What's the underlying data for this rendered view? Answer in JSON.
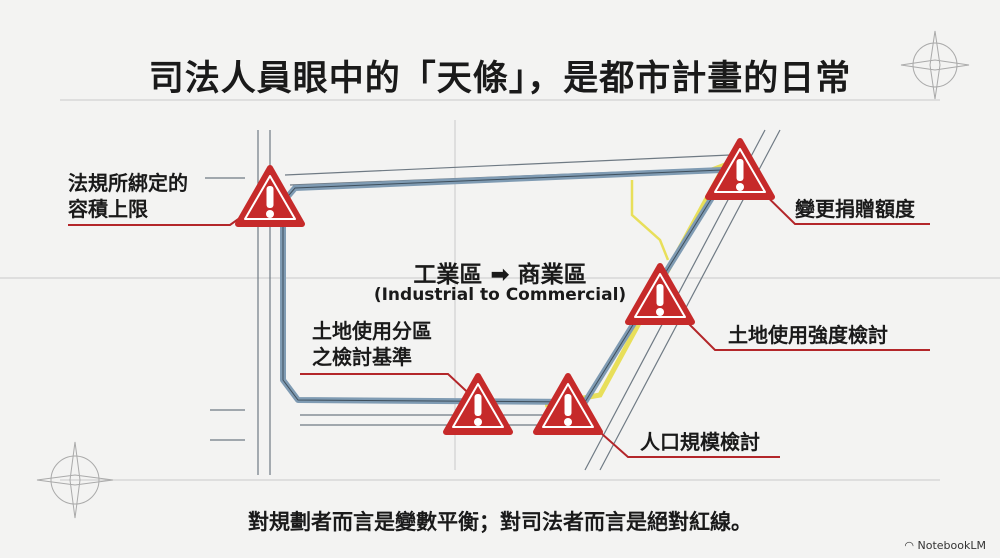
{
  "title": "司法人員眼中的「天條」，是都市計畫的日常",
  "center": {
    "main": "工業區 ➡ 商業區",
    "sub": "(Industrial to Commercial)"
  },
  "labels": {
    "far_limit": [
      "法規所綁定的",
      "容積上限"
    ],
    "donation": "變更捐贈額度",
    "intensity": "土地使用強度檢討",
    "zoning": [
      "土地使用分區",
      "之檢討基準"
    ],
    "population": "人口規模檢討"
  },
  "bottom": "對規劃者而言是變數平衡；對司法者而言是絕對紅線。",
  "brand": "NotebookLM",
  "colors": {
    "warning": "#c62a2a",
    "plan": "#7f9bb3",
    "highlight": "#e8df5a",
    "leader": "#b3262a"
  }
}
